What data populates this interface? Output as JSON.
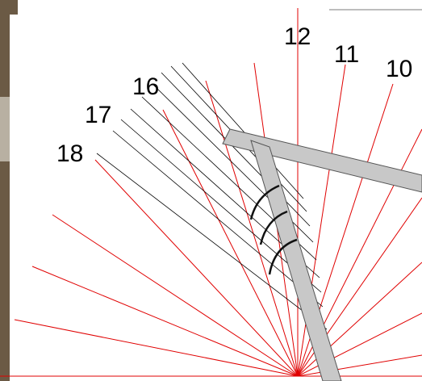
{
  "hour_labels": {
    "h18": "18",
    "h17": "17",
    "h16": "16",
    "h12": "12",
    "h11": "11",
    "h10": "10"
  },
  "colors": {
    "background": "#ffffff",
    "hour_line": "#e00000",
    "shadow_line": "#000000",
    "gnomon_fill": "#c8c8c8",
    "gnomon_stroke": "#555555",
    "photo_edge": "#6b5a45"
  }
}
